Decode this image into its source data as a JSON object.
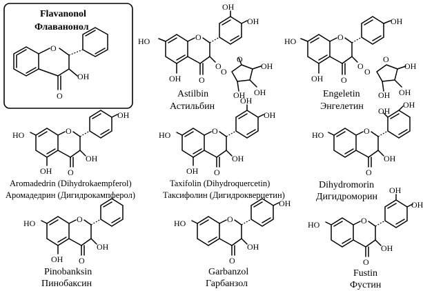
{
  "legend_box": {
    "title_en": "Flavanonol",
    "title_ru": "Флаванонол"
  },
  "compounds": [
    {
      "id": "astilbin",
      "name_en": "Astilbin",
      "name_ru": "Астильбин"
    },
    {
      "id": "engeletin",
      "name_en": "Engeletin",
      "name_ru": "Энгелетин"
    },
    {
      "id": "aromadedrin",
      "name_en": "Aromadedrin (Dihydrokaempferol)",
      "name_ru": "Аромадедрин (Дигидрокампферол)"
    },
    {
      "id": "taxifolin",
      "name_en": "Taxifolin (Dihydroquercetin)",
      "name_ru": "Таксифолин (Дигидрокверцетин)"
    },
    {
      "id": "dihydromorin",
      "name_en": "Dihydromorin",
      "name_ru": "Дигидроморин"
    },
    {
      "id": "pinobanksin",
      "name_en": "Pinobanksin",
      "name_ru": "Пинобаксин"
    },
    {
      "id": "garbanzol",
      "name_en": "Garbanzol",
      "name_ru": "Гарбанзол"
    },
    {
      "id": "fustin",
      "name_en": "Fustin",
      "name_ru": "Фустин"
    }
  ],
  "atoms": {
    "O": "O",
    "OH": "OH",
    "HO": "HO"
  }
}
